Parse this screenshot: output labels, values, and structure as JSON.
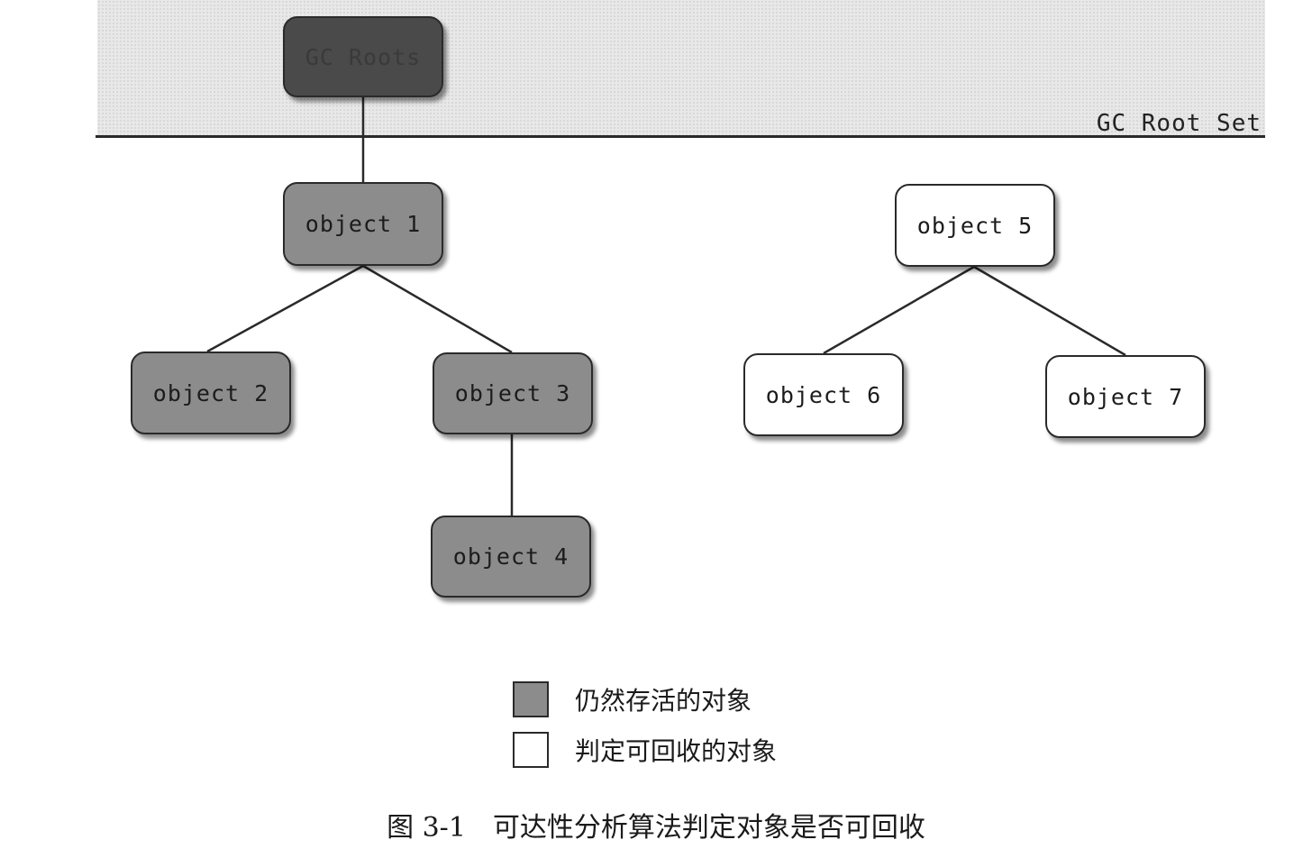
{
  "root_set": {
    "label": "GC Root Set"
  },
  "nodes": {
    "gc_roots": "GC Roots",
    "object1": "object 1",
    "object2": "object 2",
    "object3": "object 3",
    "object4": "object 4",
    "object5": "object 5",
    "object6": "object 6",
    "object7": "object 7"
  },
  "edges": [
    [
      "gc_roots",
      "object1"
    ],
    [
      "object1",
      "object2"
    ],
    [
      "object1",
      "object3"
    ],
    [
      "object3",
      "object4"
    ],
    [
      "object5",
      "object6"
    ],
    [
      "object5",
      "object7"
    ]
  ],
  "legend": {
    "alive": {
      "label": "仍然存活的对象",
      "color": "#8c8c8c"
    },
    "collectable": {
      "label": "判定可回收的对象",
      "color": "#ffffff"
    }
  },
  "caption": {
    "number": "图 3-1",
    "text": "可达性分析算法判定对象是否可回收"
  },
  "colors": {
    "root_fill": "#4a4a4a",
    "alive_fill": "#8c8c8c",
    "dead_fill": "#ffffff",
    "stroke": "#2a2a2a"
  }
}
